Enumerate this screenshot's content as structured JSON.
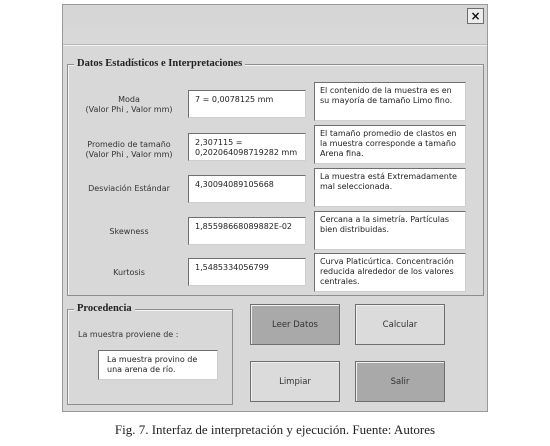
{
  "window": {
    "close_glyph": "×"
  },
  "stats": {
    "title": "Datos Estadísticos e Interpretaciones",
    "rows": [
      {
        "label": "Moda\n(Valor Phi , Valor mm)",
        "value": "7  =  0,0078125 mm",
        "interpretation": "El contenido de la muestra es en su mayoría de tamaño Limo fino."
      },
      {
        "label": "Promedio de tamaño\n(Valor Phi , Valor mm)",
        "value": "2,307115  =\n0,202064098719282 mm",
        "interpretation": "El tamaño promedio de clastos en la muestra corresponde a tamaño Arena fina."
      },
      {
        "label": "Desviación Estándar",
        "value": "4,30094089105668",
        "interpretation": "La muestra está Extremadamente mal seleccionada."
      },
      {
        "label": "Skewness",
        "value": "1,85598668089882E-02",
        "interpretation": "Cercana a la simetría. Partículas bien distribuidas."
      },
      {
        "label": "Kurtosis",
        "value": "1,5485334056799",
        "interpretation": "Curva Platicúrtica. Concentración reducida alrededor de los valores centrales."
      }
    ]
  },
  "procedencia": {
    "title": "Procedencia",
    "label": "La muestra proviene de :",
    "value": "La muestra provino de una arena de río."
  },
  "buttons": {
    "leer": "Leer Datos",
    "calcular": "Calcular",
    "limpiar": "Limpiar",
    "salir": "Salir"
  },
  "caption": "Fig. 7. Interfaz de interpretación y ejecución. Fuente: Autores"
}
